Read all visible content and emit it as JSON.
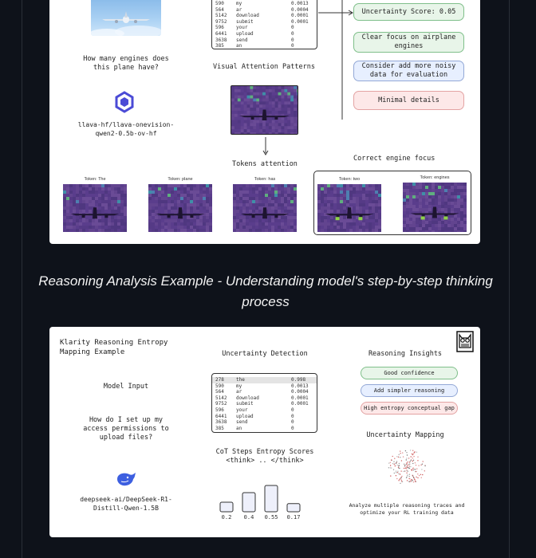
{
  "example1": {
    "question": "How many engines does this plane have?",
    "model_name": "llava-hf/llava-onevision-qwen2-0.5b-ov-hf",
    "uncertainty_table": [
      [
        "590",
        "my",
        "0.0013"
      ],
      [
        "564",
        "ar",
        "0.0004"
      ],
      [
        "5142",
        "download",
        "0.0001"
      ],
      [
        "9752",
        "submit",
        "0.0001"
      ],
      [
        "596",
        "your",
        "0"
      ],
      [
        "6441",
        "upload",
        "0"
      ],
      [
        "3638",
        "send",
        "0"
      ],
      [
        "385",
        "an",
        "0"
      ]
    ],
    "visual_attention_title": "Visual Attention Patterns",
    "tokens_attention_title": "Tokens attention",
    "correct_focus_title": "Correct engine focus",
    "insights": [
      {
        "text": "Uncertainty Score: 0.05",
        "kind": "green"
      },
      {
        "text": "Clear focus on airplane engines",
        "kind": "green"
      },
      {
        "text": "Consider add more noisy data for evaluation",
        "kind": "blue"
      },
      {
        "text": "Minimal details",
        "kind": "red"
      }
    ],
    "tokens": [
      "Token: The",
      "Token: plane",
      "Token: has",
      "Token: two",
      "Token: engines"
    ]
  },
  "caption": "Reasoning Analysis Example - Understanding model's step-by-step thinking process",
  "example2": {
    "title": "Klarity Reasoning Entropy Mapping Example",
    "model_input_label": "Model Input",
    "question": "How do I set up my access permissions to upload files?",
    "model_name": "deepseek-ai/DeepSeek-R1-Distill-Qwen-1.5B",
    "uncertainty_title": "Uncertainty Detection",
    "uncertainty_table": [
      [
        "278",
        "the",
        "0.998"
      ],
      [
        "590",
        "my",
        "0.0013"
      ],
      [
        "564",
        "ar",
        "0.0004"
      ],
      [
        "5142",
        "download",
        "0.0001"
      ],
      [
        "9752",
        "submit",
        "0.0001"
      ],
      [
        "596",
        "your",
        "0"
      ],
      [
        "6441",
        "upload",
        "0"
      ],
      [
        "3638",
        "send",
        "0"
      ],
      [
        "385",
        "an",
        "0"
      ]
    ],
    "cot_title": "CoT Steps Entropy Scores",
    "cot_subtitle": "<think> .. </think>",
    "reasoning_title": "Reasoning Insights",
    "insights": [
      {
        "text": "Good confidence",
        "kind": "green"
      },
      {
        "text": "Add simpler reasoning",
        "kind": "blue"
      },
      {
        "text": "High entropy conceptual gap",
        "kind": "red"
      }
    ],
    "mapping_title": "Uncertainty Mapping",
    "footer_text": "Analyze multiple reasoning traces and optimize your RL training data"
  },
  "chart_data": {
    "type": "bar",
    "categories": [
      "0.2",
      "0.4",
      "0.55",
      "0.17"
    ],
    "values": [
      0.2,
      0.4,
      0.55,
      0.17
    ],
    "title": "CoT Steps Entropy Scores",
    "subtitle": "<think> .. </think>",
    "xlabel": "",
    "ylabel": "",
    "ylim": [
      0,
      0.6
    ]
  },
  "colors": {
    "page_bg": "#0e121a",
    "heat_base": "#5b3f8e",
    "pill_green": "#e8f5e9",
    "pill_blue": "#e7efff",
    "pill_red": "#fde8e8"
  }
}
